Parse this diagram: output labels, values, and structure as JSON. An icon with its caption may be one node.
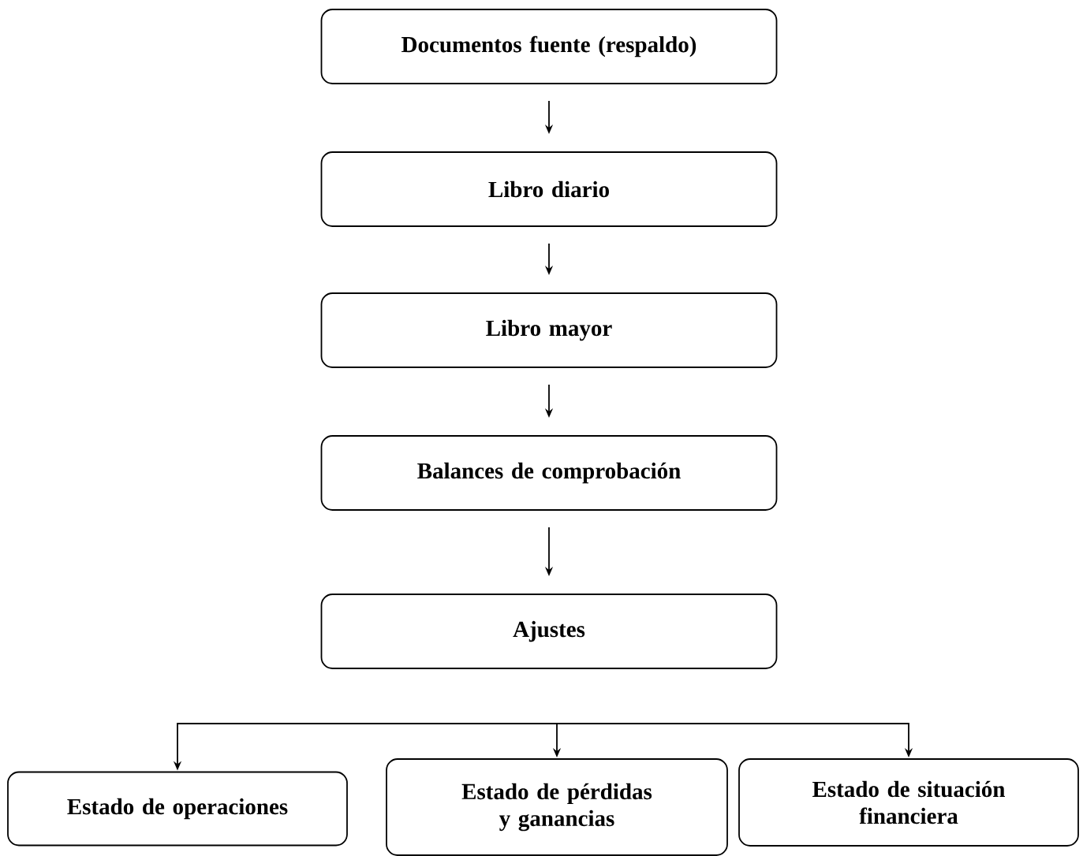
{
  "diagram": {
    "nodes": [
      {
        "text": [
          "Documentos fuente (respaldo)"
        ]
      },
      {
        "text": [
          "Libro diario"
        ]
      },
      {
        "text": [
          "Libro mayor"
        ]
      },
      {
        "text": [
          "Balances de comprobación"
        ]
      },
      {
        "text": [
          "Ajustes"
        ]
      },
      {
        "text": [
          "Estado de operaciones"
        ]
      },
      {
        "text": [
          "Estado de pérdidas y ganancias"
        ]
      },
      {
        "text": [
          "Estado de situación financiera"
        ]
      }
    ],
    "edges": [
      {
        "from": 0,
        "to": 1,
        "arrow": "to"
      },
      {
        "from": 1,
        "to": 2,
        "arrow": "to"
      },
      {
        "from": 2,
        "to": 3,
        "arrow": "to"
      },
      {
        "from": 3,
        "to": 4,
        "arrow": "to"
      },
      {
        "from": null,
        "to": 5,
        "arrow": "to"
      },
      {
        "from": null,
        "to": 6,
        "arrow": "to"
      },
      {
        "from": null,
        "to": 7,
        "arrow": "to"
      }
    ]
  }
}
